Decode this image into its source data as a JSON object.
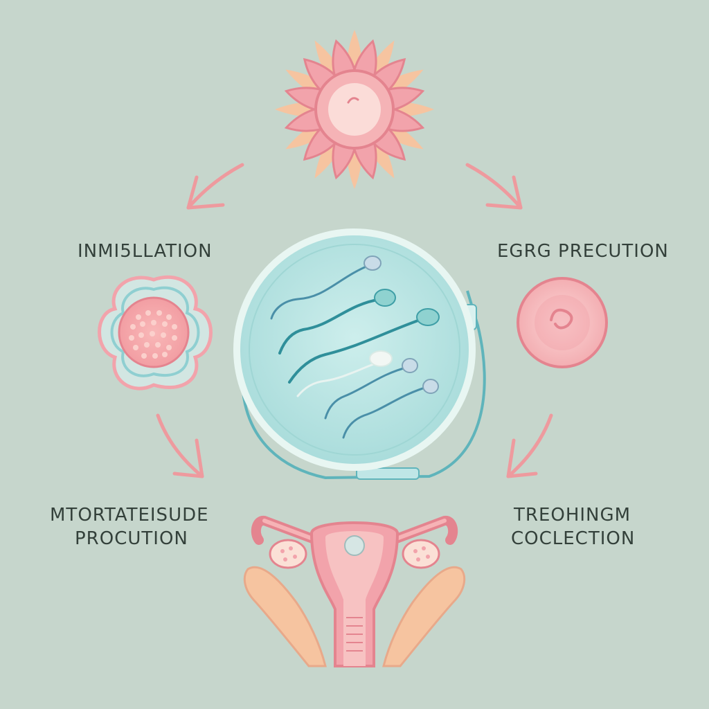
{
  "colors": {
    "background": "#c6d6cc",
    "pink": "#f2a3ab",
    "pink_dark": "#e4848f",
    "peach": "#f6c4a0",
    "teal": "#5fb4bb",
    "teal_light": "#bfe6e6",
    "arrow": "#ee9a9e",
    "text": "#33403a"
  },
  "labels": {
    "top_left": "INMI5LLATION",
    "top_right": "EGRG PRECUTION",
    "bottom_left_line1": "MTORTATEISUDE",
    "bottom_left_line2": "PROCUTION",
    "bottom_right_line1": "TREOHINGM",
    "bottom_right_line2": "COCLECTION"
  },
  "icons": {
    "top": "flower-egg-icon",
    "left": "follicle-cell-icon",
    "center": "sperm-dish-icon",
    "right": "egg-cell-icon",
    "bottom": "uterus-hands-icon"
  }
}
